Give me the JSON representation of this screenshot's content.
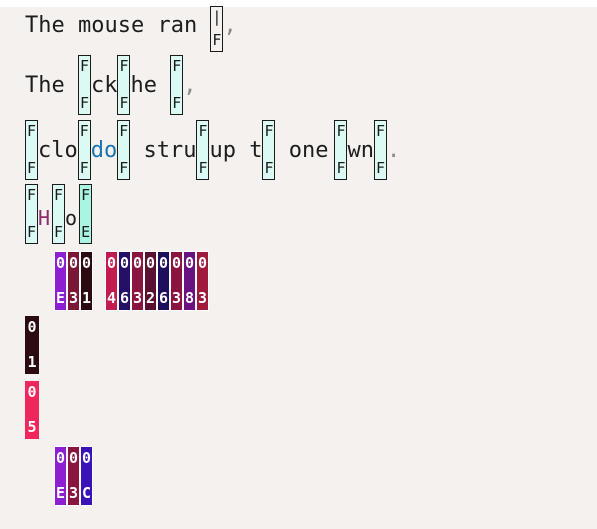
{
  "lines": {
    "l1": {
      "t1": "The mouse ran ",
      "t2": ","
    },
    "l2": {
      "t1": "The ",
      "t2": "ck",
      "t3": "he ",
      "t4": ","
    },
    "l3": {
      "t1": "clo",
      "t2": "do",
      "t3": " stru",
      "t4": "up t",
      "t5": " one",
      "t6": "wn",
      "t7": "."
    },
    "l4": {
      "t1": "H",
      "t2": "o"
    }
  },
  "glyph": {
    "top": "F",
    "bottom": "F",
    "bottom_e": "E",
    "top_bar": "|"
  },
  "hex_row_1": [
    {
      "top": "0",
      "bottom": "E",
      "color": "#8b1fd1"
    },
    {
      "top": "0",
      "bottom": "3",
      "color": "#7a1636"
    },
    {
      "top": "0",
      "bottom": "1",
      "color": "#2b0a12"
    },
    {
      "top": "0",
      "bottom": "4",
      "color": "#c21b4f"
    },
    {
      "top": "0",
      "bottom": "6",
      "color": "#241064"
    },
    {
      "top": "0",
      "bottom": "3",
      "color": "#8a1540"
    },
    {
      "top": "0",
      "bottom": "2",
      "color": "#5a1030"
    },
    {
      "top": "0",
      "bottom": "6",
      "color": "#1e0f5c"
    },
    {
      "top": "0",
      "bottom": "3",
      "color": "#8a1540"
    },
    {
      "top": "0",
      "bottom": "8",
      "color": "#6a1380"
    },
    {
      "top": "0",
      "bottom": "3",
      "color": "#a01a3c"
    }
  ],
  "vcode_1": {
    "top": "0",
    "bottom": "1",
    "color": "#2b0a12"
  },
  "vcode_2": {
    "top": "0",
    "bottom": "5",
    "color": "#f0275c"
  },
  "hex_row_2": [
    {
      "top": "0",
      "bottom": "E",
      "color": "#8b1fd1"
    },
    {
      "top": "0",
      "bottom": "3",
      "color": "#8a1540"
    },
    {
      "top": "0",
      "bottom": "C",
      "color": "#3a12b8"
    }
  ]
}
